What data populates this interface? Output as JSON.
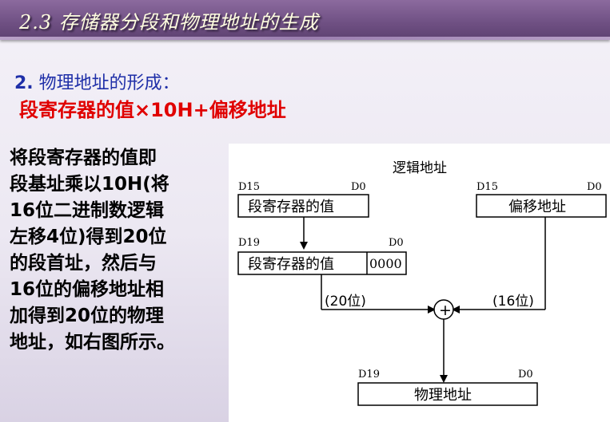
{
  "header": {
    "title": "2.3  存储器分段和物理地址的生成"
  },
  "subheading": {
    "number": "2.",
    "text": " 物理地址的形成：",
    "formula": "段寄存器的值×10H+偏移地址"
  },
  "body": {
    "lines": [
      "将段寄存器的值即",
      "段基址乘以10H(将",
      "16位二进制数逻辑",
      "左移4位)得到20位",
      "的段首址，然后与",
      "16位的偏移地址相",
      "加得到20位的物理",
      "地址，如右图所示。"
    ]
  },
  "diagram": {
    "logical_address_label": "逻辑地址",
    "seg_reg_box_label": "段寄存器的值",
    "offset_box_label": "偏移地址",
    "shifted_box_label": "段寄存器的值",
    "shifted_suffix": "0000",
    "physical_box_label": "物理地址",
    "bits_20_label": "(20位)",
    "bits_16_label": "(16位)",
    "d15": "D15",
    "d19": "D19",
    "d0": "D0",
    "adder_symbol": "+"
  }
}
